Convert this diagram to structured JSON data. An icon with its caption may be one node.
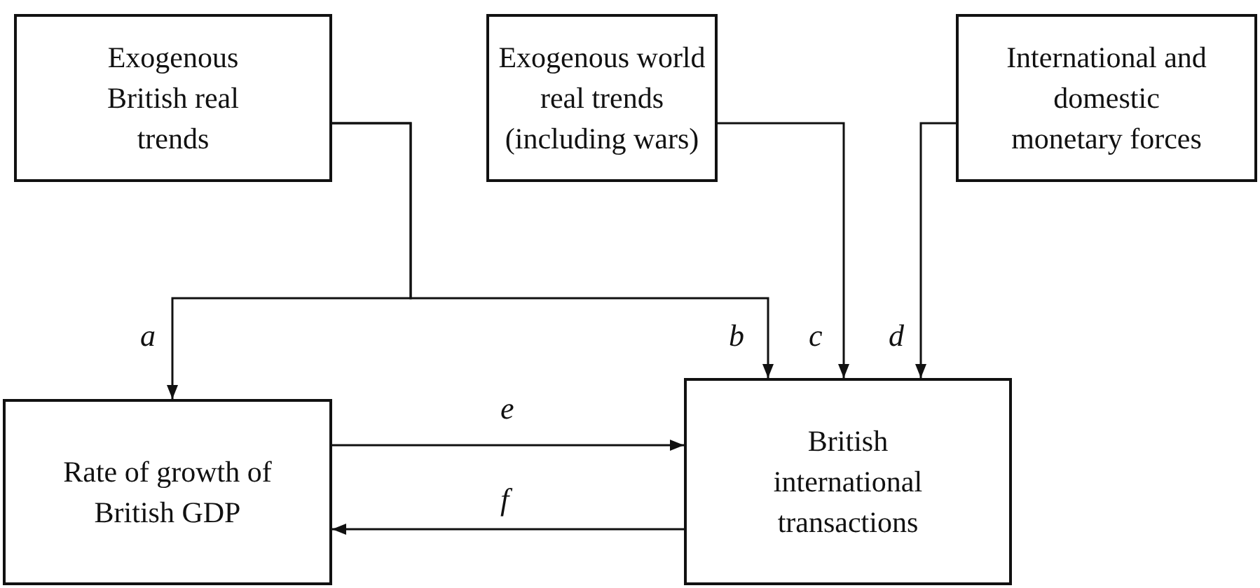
{
  "diagram": {
    "nodes": [
      {
        "text": [
          "Exogenous British real trends"
        ]
      },
      {
        "text": [
          "Exogenous world real trends (including wars)"
        ]
      },
      {
        "text": [
          "International and domestic monetary forces"
        ]
      },
      {
        "text": [
          "Rate of growth of British GDP"
        ]
      },
      {
        "text": [
          "British international transactions"
        ]
      }
    ],
    "edges": [
      {
        "from": 0,
        "to": 3,
        "arrow": "to",
        "label": "a"
      },
      {
        "from": 0,
        "to": 4,
        "arrow": "to",
        "label": "b"
      },
      {
        "from": 1,
        "to": 4,
        "arrow": "to",
        "label": "c"
      },
      {
        "from": 2,
        "to": 4,
        "arrow": "to",
        "label": "d"
      },
      {
        "from": 3,
        "to": 4,
        "arrow": "to",
        "label": "e"
      },
      {
        "from": 4,
        "to": 3,
        "arrow": "to",
        "label": "f"
      }
    ]
  }
}
